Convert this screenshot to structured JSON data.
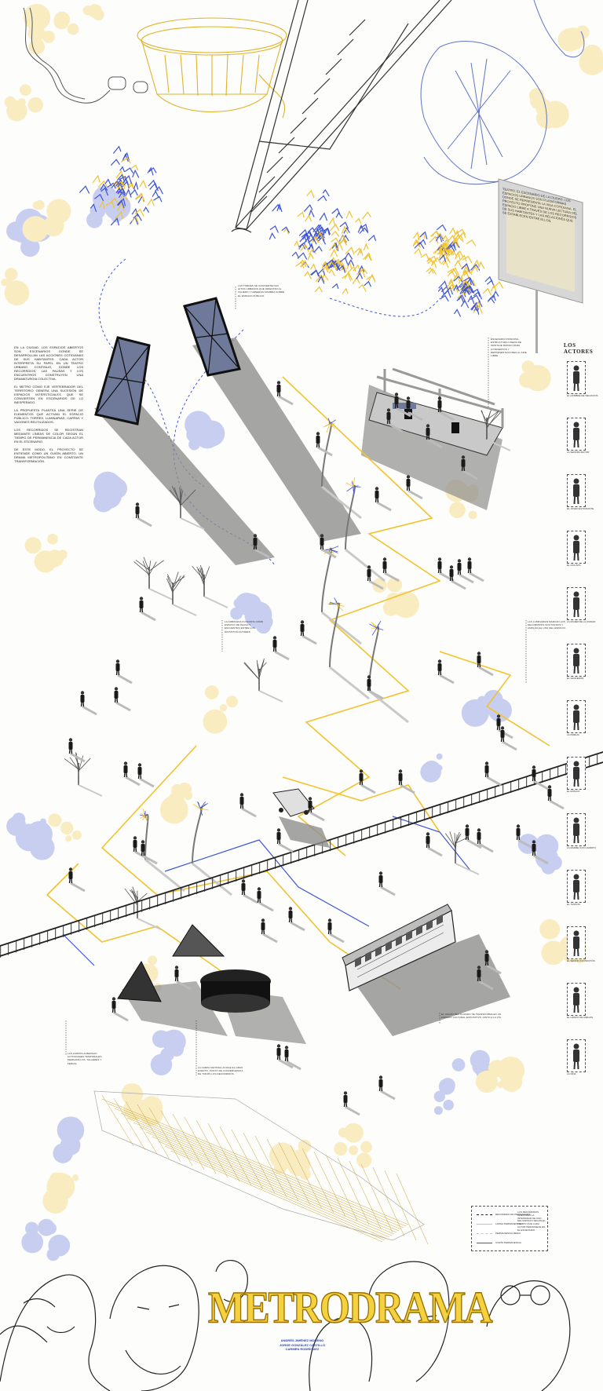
{
  "title": "METRODRAMA",
  "credits": [
    "ANDRÉS JIMÉNEZ MORENO",
    "JORGE GONZÁLEZ CASTILLO",
    "CARMEN RODRÍGUEZ"
  ],
  "actors_title": "LOS ACTORES",
  "colors": {
    "yellow": "#f2c230",
    "blue": "#3f56d6",
    "ink": "#1a1a1a",
    "shadow": "#9b9b9b"
  },
  "intro_paragraphs": [
    "EN LA CIUDAD, LOS ESPACIOS ABIERTOS SON ESCENARIOS DONDE SE DESARROLLAN LAS ACCIONES COTIDIANAS DE SUS HABITANTES. CADA ACTOR INTERPRETA SU PAPEL EN UN TEATRO URBANO CONTINUO, DONDE LOS RECORRIDOS, LAS PAUSAS Y LOS ENCUENTROS CONSTRUYEN UNA DRAMATURGIA COLECTIVA.",
    "EL METRO COMO EJE VERTEBRADOR DEL TERRITORIO GENERA UNA SUCESIÓN DE ESPACIOS INTERSTICIALES QUE SE CONVIERTEN EN ESCENARIOS DE LO INESPERADO.",
    "LA PROPUESTA PLANTEA UNA SERIE DE ELEMENTOS QUE ACTIVAN EL ESPACIO PÚBLICO: TORRES, LUMINARIAS, CARPAS Y VAGONES REUTILIZADOS.",
    "LOS RECORRIDOS SE REGISTRAN MEDIANTE LÍNEAS DE COLOR SEGÚN EL TIEMPO DE PERMANENCIA DE CADA ACTOR EN EL ESCENARIO.",
    "DE ESTE MODO, EL PROYECTO SE ENTIENDE COMO UN GUIÓN ABIERTO, UN DRAMA METROPOLITANO EN CONSTANTE TRANSFORMACIÓN."
  ],
  "billboard": "TEATRO, EL ESCENARIO DE LA CIUDAD. LOS ESPACIOS URBANOS SON PLATAFORMAS DONDE SE REPRESENTA LA VIDA COTIDIANA. EL PROYECTO PROPONE UNA NUEVA LECTURA DEL ESPACIO LIBRE A TRAVÉS DE LOS RECORRIDOS DE SUS HABITANTES Y LAS RELACIONES QUE SE ESTABLECEN ENTRE ELLOS.",
  "annotations": [
    {
      "id": "torres",
      "text": "LAS TORRES SE CONVIERTEN EN HITOS URBANOS QUE ORIENTAN AL VIAJERO Y GENERAN SOMBRA SOBRE EL ESPACIO PÚBLICO."
    },
    {
      "id": "escenario",
      "text": "ESCENARIO PRINCIPAL. ESTRUCTURA LIGERA DE MONTAJE RÁPIDO PARA CONCIERTOS Y REPRESENTACIONES AL AIRE LIBRE."
    },
    {
      "id": "arboleda",
      "text": "LA ARBOLEDA FUNCIONA COMO ESPACIO DE PAUSA Y ENCUENTRO ENTRE LOS DISTINTOS ACTORES."
    },
    {
      "id": "luminarias",
      "text": "LAS LUMINARIAS MARCAN LOS RECORRIDOS NOCTURNOS Y AMPLÍAN EL USO DEL ESPACIO."
    },
    {
      "id": "vagon",
      "text": "EL VAGÓN REUTILIZADO SE TRANSFORMA EN UN ESPACIO CULTURAL EXPOSITIVO JUNTO A LA VÍA."
    },
    {
      "id": "carpas",
      "text": "LAS CARPAS ALBERGAN ACTIVIDADES TEMPORALES: MERCADILLOS, TALLERES Y FERIAS."
    },
    {
      "id": "carpa-central",
      "text": "LA CARPA CENTRAL ACOGE EL GRAN EVENTO, PUNTO DE CONVERGENCIA DE TODOS LOS RECORRIDOS."
    }
  ],
  "actors": [
    "EL HOMBRE DE NEGOCIOS",
    "LA SEÑORA MAYOR",
    "EL JOVEN ESTUDIANTE",
    "EL CICLISTA",
    "LA MUJER DE LA CIUDAD",
    "EL VENDEDOR",
    "LA PAREJA",
    "EL MÚSICO",
    "LA MADRE CON CARRITO",
    "EL TURISTA",
    "EL SEÑOR CON BASTÓN",
    "EL GRUPO DE AMIGOS",
    "LA NIÑA"
  ],
  "legend": {
    "rows": [
      {
        "label": "RECORRIDO DE PERSONAJES",
        "color": "#1a1a1a",
        "dash": true
      },
      {
        "label": "LARGA PERMANENCIA",
        "color": "#f2c230",
        "dash": false
      },
      {
        "label": "PERMANENCIA MEDIA",
        "color": "#f2c230",
        "dash": true
      },
      {
        "label": "CORTA PERMANENCIA",
        "color": "#3f56d6",
        "dash": false
      }
    ],
    "notes": "LOS RECORRIDOS MUESTRAN LA INTENSIDAD DE USO DEL ESPACIO SEGÚN EL TIEMPO QUE CADA ACTOR PERMANECE EN EL ESCENARIO."
  }
}
